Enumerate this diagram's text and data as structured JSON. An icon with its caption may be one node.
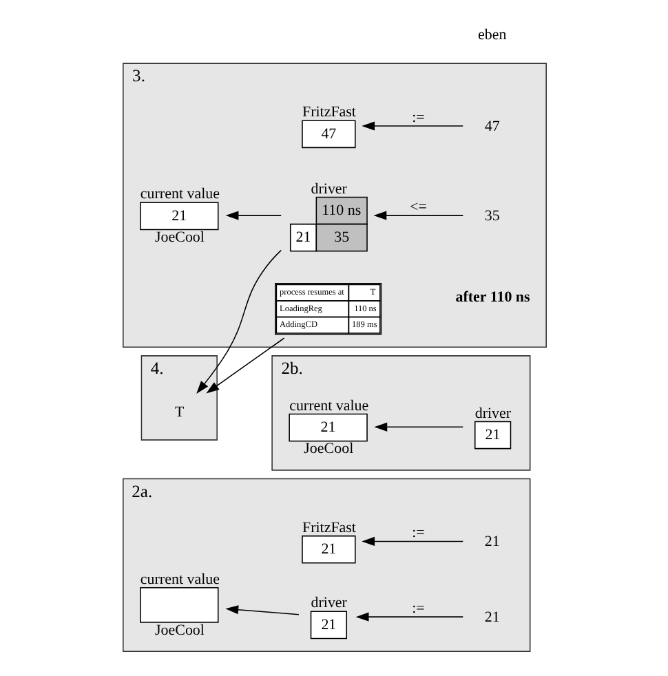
{
  "diagram": {
    "nodes": [
      {
        "text": [
          "2a."
        ]
      },
      {
        "text": [
          "21"
        ],
        "in": 0,
        "beside": [
          "FritzFast"
        ]
      },
      {
        "text": [
          "21"
        ],
        "in": 0
      },
      {
        "text": [],
        "shape": "box",
        "in": 0,
        "beside": [
          "current value",
          "JoeCool"
        ]
      },
      {
        "text": [
          "21"
        ],
        "in": 0,
        "beside": [
          "driver"
        ]
      },
      {
        "text": [
          "21"
        ],
        "in": 0
      },
      {
        "text": [
          "2b."
        ]
      },
      {
        "text": [
          "21"
        ],
        "in": 6,
        "beside": [
          "current value",
          "JoeCool"
        ]
      },
      {
        "text": [
          "21"
        ],
        "in": 6,
        "beside": [
          "driver"
        ]
      },
      {
        "text": [
          "3."
        ]
      },
      {
        "text": [
          "47"
        ],
        "in": 9,
        "beside": [
          "FritzFast"
        ]
      },
      {
        "text": [
          "47"
        ],
        "in": 9
      },
      {
        "text": [
          "process resumes at",
          "T",
          "LoadingReg",
          "110 ns",
          "AddingCD",
          "189 ms"
        ],
        "in": 9
      },
      {
        "text": [
          "110 ns",
          "21",
          "35"
        ],
        "in": 9,
        "beside": [
          "driver"
        ]
      },
      {
        "text": [
          "21"
        ],
        "in": 9,
        "beside": [
          "current value",
          "JoeCool"
        ]
      },
      {
        "text": [
          "35"
        ],
        "in": 9
      },
      {
        "text": [
          "4."
        ]
      },
      {
        "text": [
          "T"
        ],
        "in": 16
      }
    ],
    "edges": [
      {
        "from": 2,
        "to": 1,
        "arrow": "to",
        "label": ":="
      },
      {
        "from": 4,
        "to": 3,
        "arrow": "to"
      },
      {
        "from": 5,
        "to": 4,
        "arrow": "to",
        "label": ":="
      },
      {
        "from": 8,
        "to": 7,
        "arrow": "to"
      },
      {
        "from": 11,
        "to": 10,
        "arrow": "to",
        "label": ":="
      },
      {
        "from": 13,
        "to": 14,
        "arrow": "to"
      },
      {
        "from": 15,
        "to": 13,
        "arrow": "to",
        "label": "<="
      },
      {
        "from": 12,
        "to": 17,
        "arrow": "to"
      },
      {
        "from": 13,
        "to": 17,
        "arrow": "to"
      }
    ],
    "labels": [
      "eben",
      "after 110 ns"
    ]
  }
}
